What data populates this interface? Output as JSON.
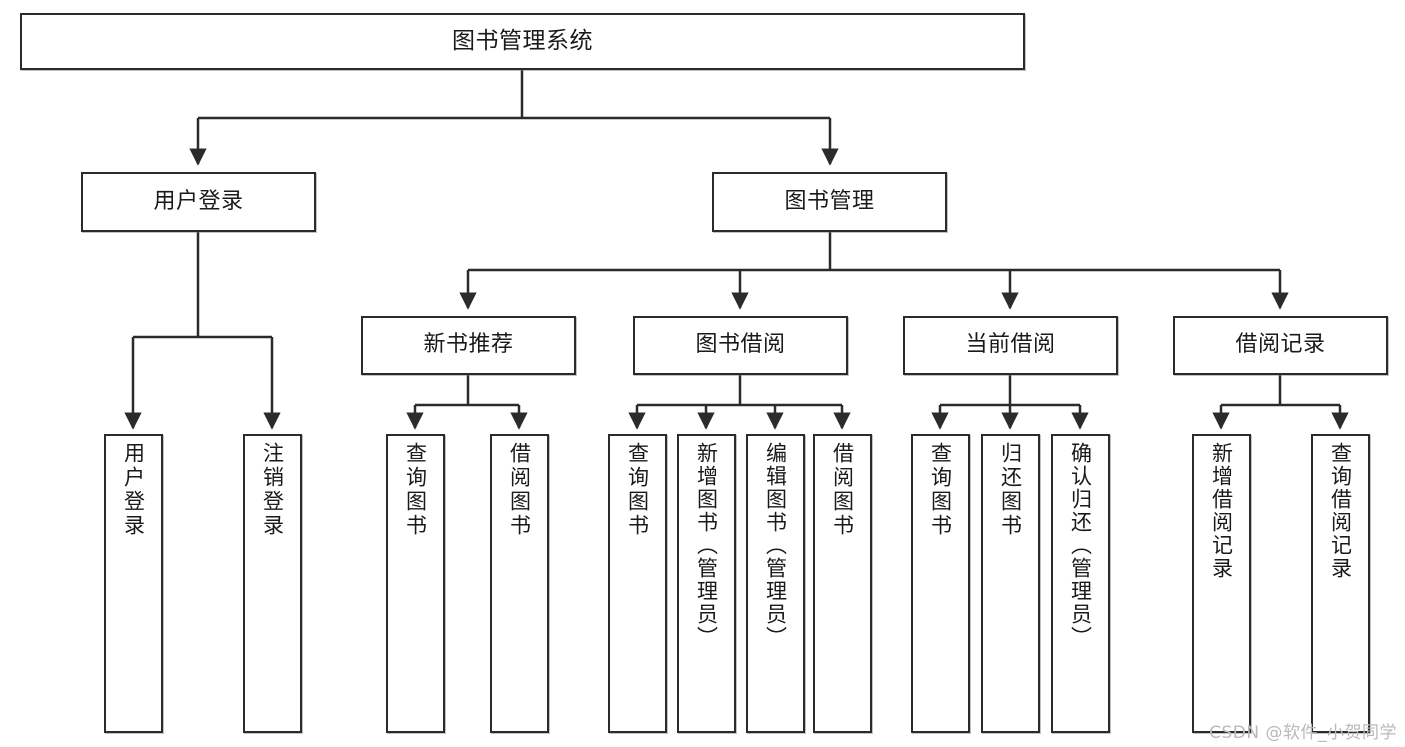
{
  "diagram": {
    "title": "图书管理系统",
    "type": "tree-hierarchy",
    "watermark": "CSDN @软件_小贺同学",
    "colors": {
      "box_border": "#2b2b2b",
      "box_fill": "#ffffff",
      "edge": "#2b2b2b",
      "text": "#1a1a1a",
      "watermark": "#b9b9b9"
    }
  },
  "nodes": {
    "root": {
      "label": "图书管理系统"
    },
    "level2": [
      {
        "label": "用户登录"
      },
      {
        "label": "图书管理"
      }
    ],
    "level3": [
      {
        "label": "新书推荐"
      },
      {
        "label": "图书借阅"
      },
      {
        "label": "当前借阅"
      },
      {
        "label": "借阅记录"
      }
    ],
    "leaves": {
      "user_login": [
        {
          "label": "用户登录"
        },
        {
          "label": "注销登录"
        }
      ],
      "new_book": [
        {
          "label": "查询图书"
        },
        {
          "label": "借阅图书"
        }
      ],
      "book_borrow": [
        {
          "label": "查询图书"
        },
        {
          "label": "新增图书（管理员）"
        },
        {
          "label": "编辑图书（管理员）"
        },
        {
          "label": "借阅图书"
        }
      ],
      "current_borrow": [
        {
          "label": "查询图书"
        },
        {
          "label": "归还图书"
        },
        {
          "label": "确认归还（管理员）"
        }
      ],
      "borrow_record": [
        {
          "label": "新增借阅记录"
        },
        {
          "label": "查询借阅记录"
        }
      ]
    }
  }
}
